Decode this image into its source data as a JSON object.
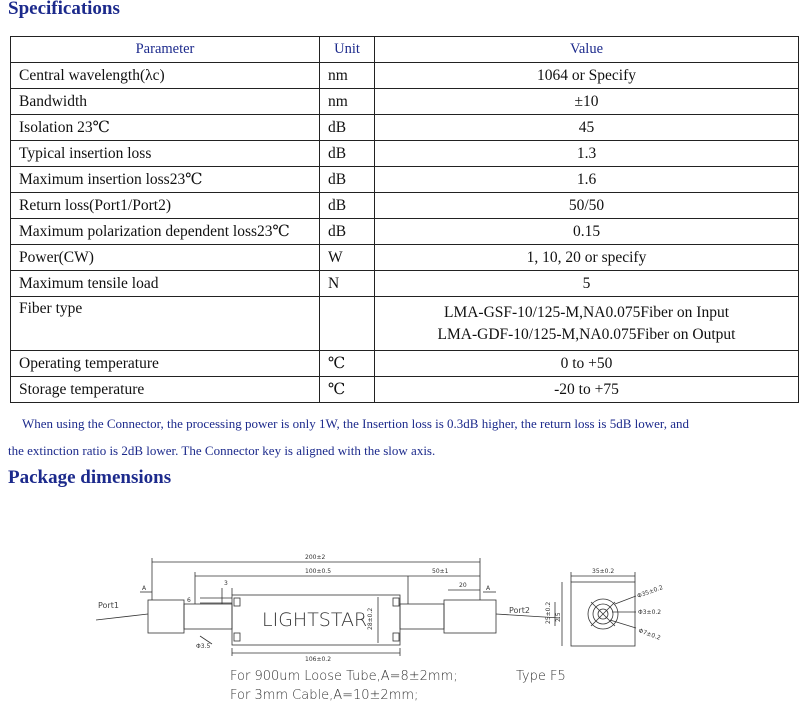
{
  "spec_heading": "Specifications",
  "table": {
    "headers": [
      "Parameter",
      "Unit",
      "Value"
    ],
    "rows": [
      {
        "parameter": "Central wavelength(λc)",
        "unit": "nm",
        "value": [
          "1064 or Specify"
        ]
      },
      {
        "parameter": "Bandwidth",
        "unit": "nm",
        "value": [
          "±10"
        ]
      },
      {
        "parameter": "Isolation 23℃",
        "unit": "dB",
        "value": [
          "45"
        ]
      },
      {
        "parameter": "Typical insertion loss",
        "unit": "dB",
        "value": [
          "1.3"
        ]
      },
      {
        "parameter": "Maximum insertion loss23℃",
        "unit": "dB",
        "value": [
          "1.6"
        ]
      },
      {
        "parameter": "Return loss(Port1/Port2)",
        "unit": "dB",
        "value": [
          "50/50"
        ]
      },
      {
        "parameter": "Maximum polarization dependent loss23℃",
        "unit": "dB",
        "value": [
          "0.15"
        ]
      },
      {
        "parameter": "Power(CW)",
        "unit": "W",
        "value": [
          "1, 10, 20 or specify"
        ]
      },
      {
        "parameter": "Maximum tensile load",
        "unit": "N",
        "value": [
          "5"
        ]
      },
      {
        "parameter": "Fiber type",
        "unit": "",
        "value": [
          "LMA-GSF-10/125-M,NA0.075Fiber on Input",
          "LMA-GDF-10/125-M,NA0.075Fiber on Output"
        ]
      },
      {
        "parameter": "Operating temperature",
        "unit": "℃",
        "value": [
          "0 to +50"
        ]
      },
      {
        "parameter": "Storage temperature",
        "unit": "℃",
        "value": [
          "-20 to +75"
        ]
      }
    ]
  },
  "note_line1": "When using the Connector, the processing power is only 1W, the Insertion loss is 0.3dB higher, the return loss is 5dB lower, and",
  "note_line2": "the extinction ratio is 2dB lower. The Connector key is aligned with the slow axis.",
  "package_heading": "Package dimensions",
  "drawing": {
    "brand": "LIGHTSTAR",
    "port1": "Port1",
    "port2": "Port2",
    "dim_total": "200±2",
    "dim_body_a": "100±0.5",
    "dim_right": "50±1",
    "dim_20": "20",
    "dim_a_left": "A",
    "dim_a_right": "A",
    "dim_3": "3",
    "dim_6": "6",
    "dim_height": "28±0.2",
    "dim_phi": "Φ3.5",
    "dim_bottom": "106±0.2",
    "end_width": "35±0.2",
    "end_side": "25±0.2",
    "end_inner": "2.5",
    "end_d1": "Φ35±0.2",
    "end_d2": "Φ3±0.2",
    "end_d3": "Φ7±0.2",
    "note_loose": "For 900um Loose Tube,A=8±2mm;",
    "note_cable": "For 3mm Cable,A=10±2mm;",
    "type_label": "Type F5"
  }
}
